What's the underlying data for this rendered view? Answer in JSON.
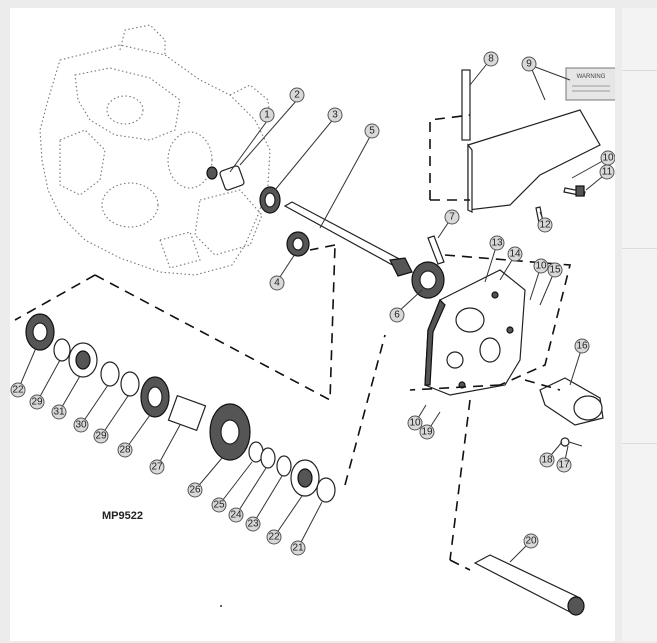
{
  "figure_code": "MP9522",
  "decal_text": "WARNING",
  "callouts": [
    {
      "id": "c1",
      "label": "1"
    },
    {
      "id": "c2",
      "label": "2"
    },
    {
      "id": "c3",
      "label": "3"
    },
    {
      "id": "c4",
      "label": "4"
    },
    {
      "id": "c5",
      "label": "5"
    },
    {
      "id": "c6",
      "label": "6"
    },
    {
      "id": "c7",
      "label": "7"
    },
    {
      "id": "c8",
      "label": "8"
    },
    {
      "id": "c9",
      "label": "9"
    },
    {
      "id": "c10a",
      "label": "10"
    },
    {
      "id": "c11",
      "label": "11"
    },
    {
      "id": "c12",
      "label": "12"
    },
    {
      "id": "c13",
      "label": "13"
    },
    {
      "id": "c14",
      "label": "14"
    },
    {
      "id": "c10b",
      "label": "10"
    },
    {
      "id": "c15",
      "label": "15"
    },
    {
      "id": "c16",
      "label": "16"
    },
    {
      "id": "c10c",
      "label": "10"
    },
    {
      "id": "c19a",
      "label": "19"
    },
    {
      "id": "c18",
      "label": "18"
    },
    {
      "id": "c17",
      "label": "17"
    },
    {
      "id": "c20",
      "label": "20"
    },
    {
      "id": "c22a",
      "label": "22"
    },
    {
      "id": "c29a",
      "label": "29"
    },
    {
      "id": "c31",
      "label": "31"
    },
    {
      "id": "c30",
      "label": "30"
    },
    {
      "id": "c29b",
      "label": "29"
    },
    {
      "id": "c28",
      "label": "28"
    },
    {
      "id": "c27",
      "label": "27"
    },
    {
      "id": "c26",
      "label": "26"
    },
    {
      "id": "c25",
      "label": "25"
    },
    {
      "id": "c24",
      "label": "24"
    },
    {
      "id": "c23",
      "label": "23"
    },
    {
      "id": "c22b",
      "label": "22"
    },
    {
      "id": "c21",
      "label": "21"
    }
  ]
}
